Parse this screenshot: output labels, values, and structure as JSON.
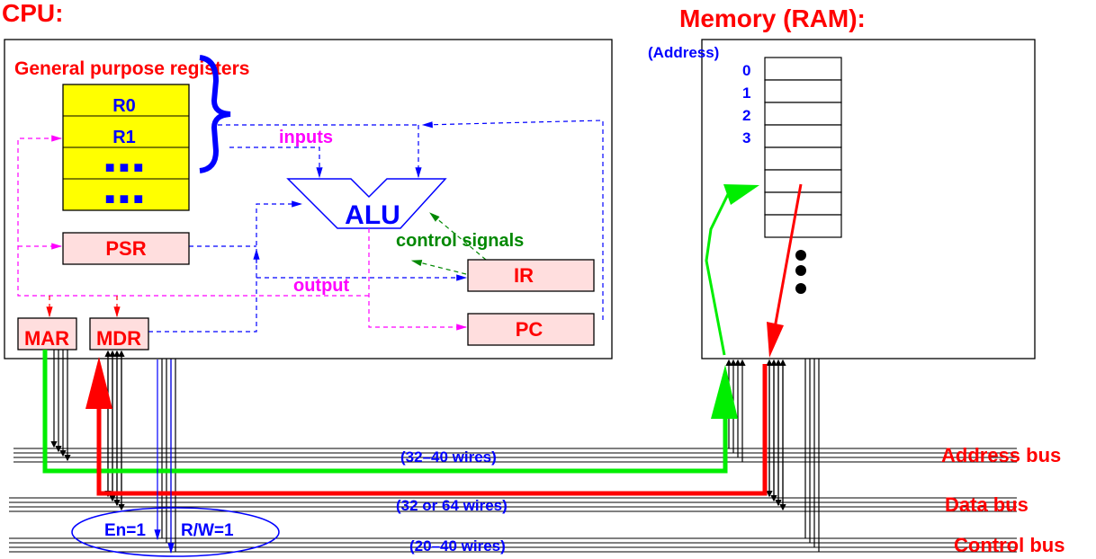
{
  "cpu": {
    "title": "CPU:",
    "gpr_label": "General purpose registers",
    "registers": [
      "R0",
      "R1",
      "■ ■ ■",
      "■ ■ ■"
    ],
    "psr": "PSR",
    "mar": "MAR",
    "mdr": "MDR",
    "ir": "IR",
    "pc": "PC",
    "alu": "ALU",
    "inputs_label": "inputs",
    "output_label": "output",
    "control_signals_label": "control signals"
  },
  "memory": {
    "title": "Memory (RAM):",
    "address_label": "(Address)",
    "addresses": [
      "0",
      "1",
      "2",
      "3"
    ]
  },
  "buses": {
    "address": {
      "label": "Address bus",
      "wires": "(32–40 wires)"
    },
    "data": {
      "label": "Data bus",
      "wires": "(32 or 64 wires)"
    },
    "control": {
      "label": "Control bus",
      "wires": "(20–40 wires)"
    },
    "en_signal": "En=1",
    "rw_signal": "R/W=1"
  },
  "colors": {
    "address_path": "#00ee00",
    "data_path": "#ff0000",
    "title": "#ff0000",
    "labels": "#0000ff"
  }
}
